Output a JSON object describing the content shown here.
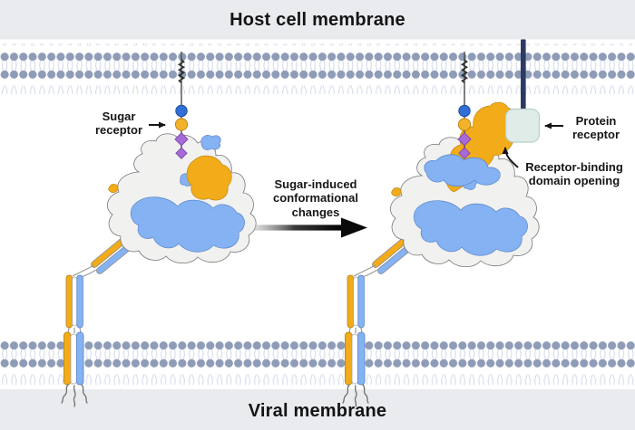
{
  "figure": {
    "host_membrane_label": "Host cell membrane",
    "viral_membrane_label": "Viral membrane",
    "sugar_receptor_label": "Sugar receptor",
    "protein_receptor_label": "Protein receptor",
    "rbd_opening_label": "Receptor-binding domain opening",
    "transition_label": "Sugar-induced conformational changes"
  },
  "colors": {
    "band_bg": "#e9ebee",
    "lipid_head": "#8f9cb8",
    "lipid_tail": "#d6dcea",
    "spike_body": "#f1f1f0",
    "spike_blue": "#84b2f2",
    "spike_orange": "#f2ab19",
    "glycan_blue": "#2f6fd6",
    "glycan_yellow": "#f2b32a",
    "glycan_purple": "#a66bd8",
    "receptor_teal": "#dfece7",
    "receptor_stem_navy": "#2c3a63",
    "arrow_black": "#141414"
  }
}
